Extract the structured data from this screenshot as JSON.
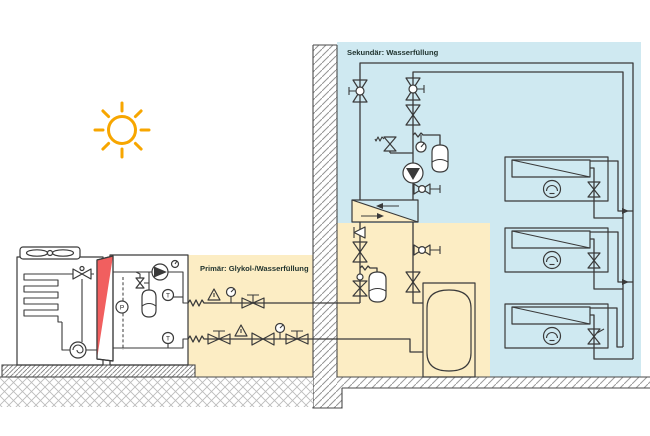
{
  "diagram": {
    "labels": {
      "secondary": "Sekundär: Wasserfüllung",
      "primary": "Primär: Glykol-/Wasserfüllung"
    },
    "sensors": {
      "pressure": "P",
      "temperature_supply": "T",
      "temperature_return": "T"
    },
    "colors": {
      "secondary_zone": "#cfe9f1",
      "primary_zone": "#fcedc4",
      "refrigerant_box": "#f15f5f",
      "hydraulic_box": "#2bb6c9",
      "sun": "#f7a600",
      "line": "#3a3a3a"
    },
    "icons": [
      "sun-icon",
      "fan-icon",
      "evaporator-coil-icon",
      "expansion-valve-icon",
      "compressor-icon",
      "plate-heat-exchanger-icon",
      "circulation-pump-icon",
      "pressure-gauge-icon",
      "safety-valve-icon",
      "expansion-vessel-icon",
      "temperature-sensor-icon",
      "pressure-sensor-icon",
      "flex-connector-icon",
      "shut-off-valve-icon",
      "check-valve-icon",
      "drain-valve-icon",
      "air-vent-icon",
      "heat-exchanger-icon",
      "buffer-tank-icon",
      "fan-coil-unit-icon",
      "flow-arrow-icon",
      "wall",
      "indoor-floor",
      "outdoor-ground"
    ]
  }
}
